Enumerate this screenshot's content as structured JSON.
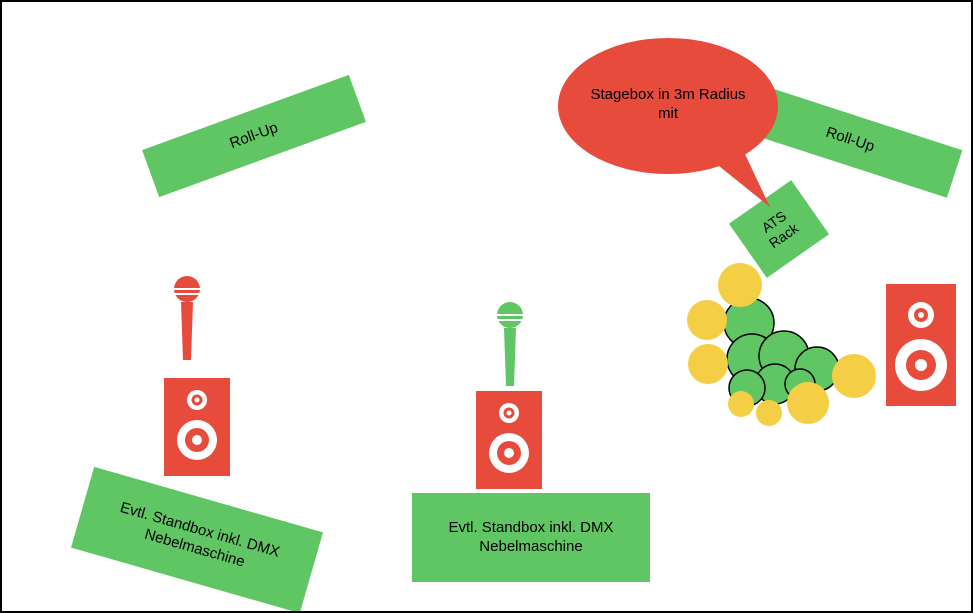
{
  "colors": {
    "green": "#5fc663",
    "red": "#e64b3c",
    "yellow": "#f4cf45",
    "white": "#ffffff",
    "outline": "#000000"
  },
  "rollup_left": "Roll-Up",
  "rollup_right": "Roll-Up",
  "speech_bubble": "Stagebox in 3m Radius\nmit",
  "ats_rack": "ATS\nRack",
  "standbox_left": "Evtl. Standbox inkl. DMX\nNebelmaschine",
  "standbox_center": "Evtl. Standbox inkl. DMX\nNebelmaschine",
  "icons": [
    "microphone-icon",
    "speaker-icon",
    "microphone-icon",
    "speaker-icon",
    "speaker-icon",
    "plant-cluster-icon"
  ]
}
